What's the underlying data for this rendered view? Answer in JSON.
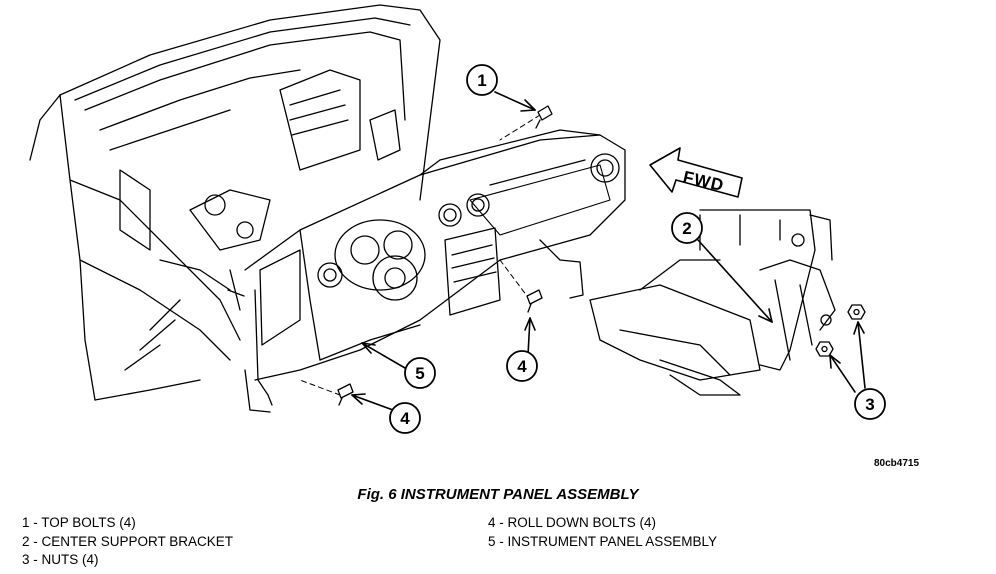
{
  "figure": {
    "reference_code": "80cb4715",
    "caption": "Fig. 6 INSTRUMENT PANEL ASSEMBLY",
    "direction_label": "FWD",
    "callouts": [
      "1",
      "2",
      "3",
      "4",
      "4",
      "5"
    ],
    "legend_left": [
      "1 - TOP BOLTS (4)",
      "2 - CENTER SUPPORT BRACKET",
      "3 - NUTS (4)"
    ],
    "legend_right": [
      "4 - ROLL DOWN BOLTS (4)",
      "5 - INSTRUMENT PANEL ASSEMBLY"
    ]
  }
}
